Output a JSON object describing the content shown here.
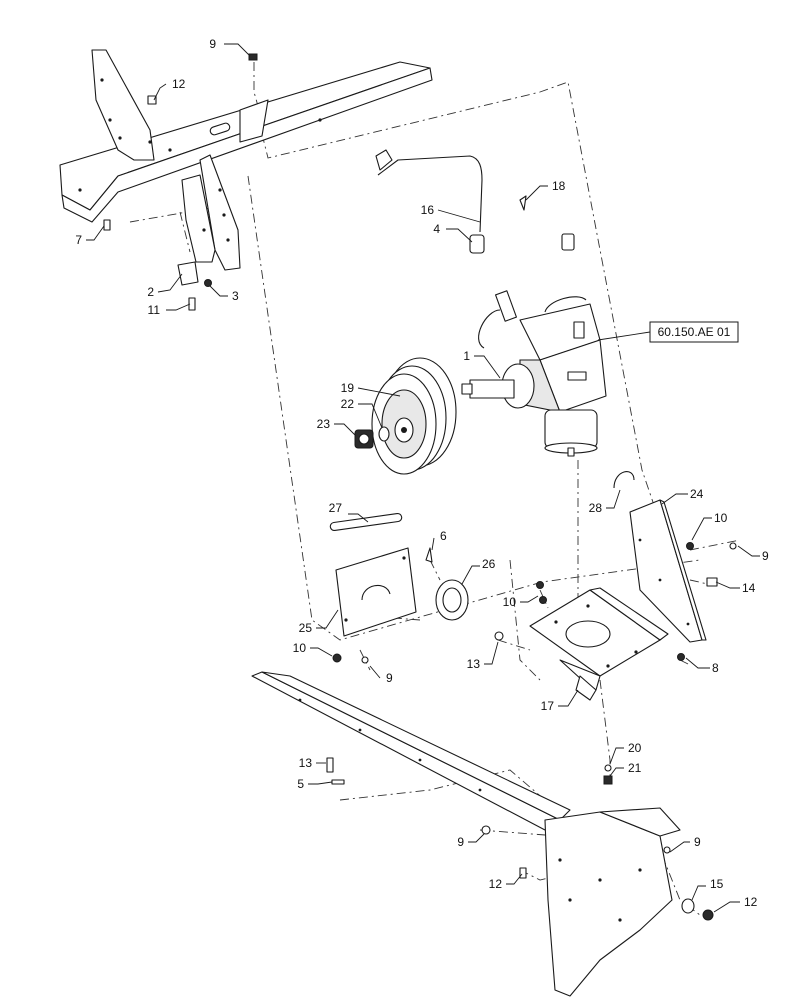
{
  "diagram": {
    "reference_label": "60.150.AE 01",
    "callouts": [
      {
        "id": "c9a",
        "text": "9"
      },
      {
        "id": "c12a",
        "text": "12"
      },
      {
        "id": "c7",
        "text": "7"
      },
      {
        "id": "c2",
        "text": "2"
      },
      {
        "id": "c3",
        "text": "3"
      },
      {
        "id": "c11",
        "text": "11"
      },
      {
        "id": "c18",
        "text": "18"
      },
      {
        "id": "c16",
        "text": "16"
      },
      {
        "id": "c4",
        "text": "4"
      },
      {
        "id": "c1",
        "text": "1"
      },
      {
        "id": "c19",
        "text": "19"
      },
      {
        "id": "c22",
        "text": "22"
      },
      {
        "id": "c23",
        "text": "23"
      },
      {
        "id": "c27",
        "text": "27"
      },
      {
        "id": "c6",
        "text": "6"
      },
      {
        "id": "c26",
        "text": "26"
      },
      {
        "id": "c25",
        "text": "25"
      },
      {
        "id": "c10a",
        "text": "10"
      },
      {
        "id": "c9b",
        "text": "9"
      },
      {
        "id": "c28",
        "text": "28"
      },
      {
        "id": "c24",
        "text": "24"
      },
      {
        "id": "c10b",
        "text": "10"
      },
      {
        "id": "c9c",
        "text": "9"
      },
      {
        "id": "c14",
        "text": "14"
      },
      {
        "id": "c10c",
        "text": "10"
      },
      {
        "id": "c13a",
        "text": "13"
      },
      {
        "id": "c8",
        "text": "8"
      },
      {
        "id": "c17",
        "text": "17"
      },
      {
        "id": "c13b",
        "text": "13"
      },
      {
        "id": "c5",
        "text": "5"
      },
      {
        "id": "c20",
        "text": "20"
      },
      {
        "id": "c21",
        "text": "21"
      },
      {
        "id": "c9d",
        "text": "9"
      },
      {
        "id": "c9e",
        "text": "9"
      },
      {
        "id": "c12b",
        "text": "12"
      },
      {
        "id": "c15",
        "text": "15"
      },
      {
        "id": "c12c",
        "text": "12"
      }
    ]
  }
}
